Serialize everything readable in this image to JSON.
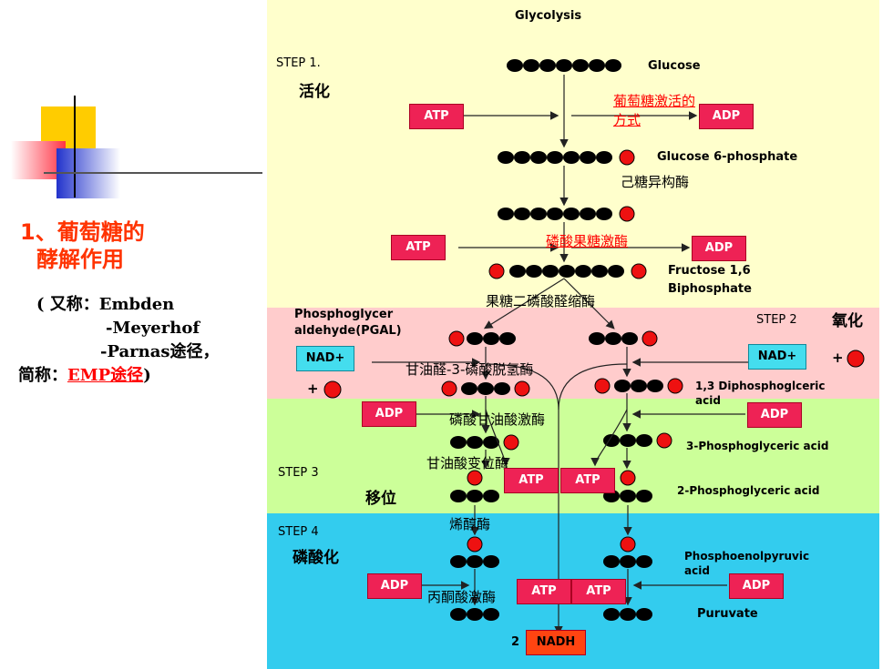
{
  "slide": {
    "title_line1": "1、葡萄糖的",
    "title_line2": "酵解作用",
    "alias_line1": "( 又称：Embden",
    "alias_line2": "-Meyerhof",
    "alias_line3": "-Parnas途径，",
    "alias_line4_prefix": "简称：",
    "alias_line4_emp": "EMP途径",
    "alias_line4_suffix": ")"
  },
  "diagram": {
    "title": "Glycolysis",
    "steps": {
      "step1": "STEP 1.",
      "step1_zh": "活化",
      "step2": "STEP 2",
      "step2_zh": "氧化",
      "step3": "STEP 3",
      "step3_zh": "移位",
      "step4": "STEP 4",
      "step4_zh": "磷酸化"
    },
    "compounds": {
      "glucose": "Glucose",
      "g6p": "Glucose 6-phosphate",
      "f16bp_1": "Fructose 1,6",
      "f16bp_2": "Biphosphate",
      "pgal_1": "Phosphoglycer",
      "pgal_2": "aldehyde(PGAL)",
      "bpg_1": "1,3 Diphosphoglceric",
      "bpg_2": "acid",
      "pg3": "3-Phosphoglyceric acid",
      "pg2": "2-Phosphoglyceric acid",
      "pep_1": "Phosphoenolpyruvic",
      "pep_2": "acid",
      "pyruvate": "Puruvate"
    },
    "enzymes": {
      "hexokinase_1": "葡萄糖激活的",
      "hexokinase_2": "方式",
      "isomerase": "己糖异构酶",
      "pfk": "磷酸果糖激酶",
      "aldolase": "果糖二磷酸醛缩酶",
      "gapdh": "甘油醛-3-磷酸脱氢酶",
      "pgk": "磷酸甘油酸激酶",
      "pgm": "甘油酸变位酶",
      "enolase": "烯醇酶",
      "pk": "丙酮酸激酶"
    },
    "cofactors": {
      "atp": "ATP",
      "adp": "ADP",
      "nad": "NAD+",
      "plus": "+",
      "nadh_count": "2",
      "nadh": "NADH"
    },
    "colors": {
      "step1_bg": "#ffffcc",
      "step2_bg": "#ffcccc",
      "step3_bg": "#ccff99",
      "step4_bg": "#33ccee",
      "box_red": "#ee2255",
      "nad_box": "#44ddee",
      "title_orange": "#ff3300"
    }
  }
}
